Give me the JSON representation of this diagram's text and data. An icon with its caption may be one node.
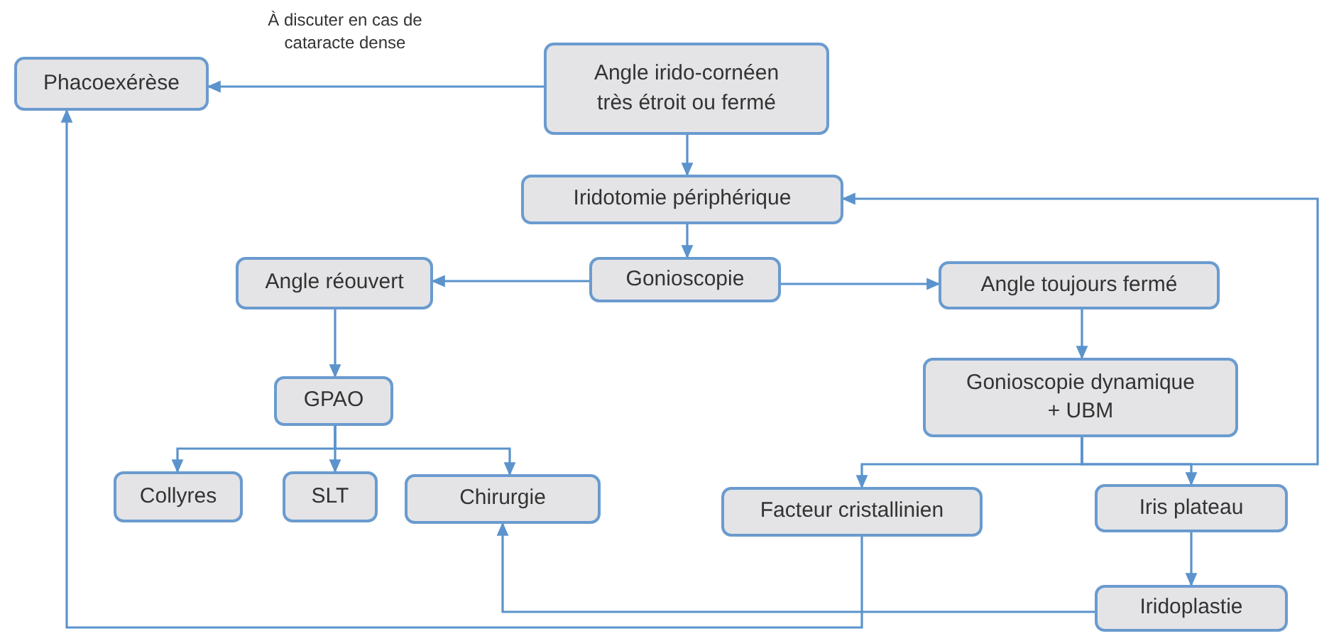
{
  "diagram": {
    "nodes": [
      {
        "text": [
          "Phacoexérèse"
        ]
      },
      {
        "text": [
          "Angle irido-cornéen très étroit ou fermé"
        ]
      },
      {
        "text": [
          "Iridotomie périphérique"
        ]
      },
      {
        "text": [
          "Angle réouvert"
        ]
      },
      {
        "text": [
          "Gonioscopie"
        ]
      },
      {
        "text": [
          "Angle toujours fermé"
        ]
      },
      {
        "text": [
          "GPAO"
        ]
      },
      {
        "text": [
          "Gonioscopie dynamique + UBM"
        ]
      },
      {
        "text": [
          "Collyres"
        ]
      },
      {
        "text": [
          "SLT"
        ]
      },
      {
        "text": [
          "Chirurgie"
        ]
      },
      {
        "text": [
          "Facteur cristallinien"
        ]
      },
      {
        "text": [
          "Iris plateau"
        ]
      },
      {
        "text": [
          "Iridoplastie"
        ]
      }
    ],
    "edges": [
      {
        "from": 1,
        "to": 0,
        "arrow": "to",
        "label": "À discuter en cas de cataracte dense"
      },
      {
        "from": 1,
        "to": 2,
        "arrow": "to"
      },
      {
        "from": 2,
        "to": 4,
        "arrow": "to"
      },
      {
        "from": 4,
        "to": 3,
        "arrow": "to"
      },
      {
        "from": 4,
        "to": 5,
        "arrow": "to"
      },
      {
        "from": 3,
        "to": 6,
        "arrow": "to"
      },
      {
        "from": 5,
        "to": 7,
        "arrow": "to"
      },
      {
        "from": 6,
        "to": 8,
        "arrow": "to"
      },
      {
        "from": 6,
        "to": 9,
        "arrow": "to"
      },
      {
        "from": 6,
        "to": 10,
        "arrow": "to"
      },
      {
        "from": 7,
        "to": 11,
        "arrow": "to"
      },
      {
        "from": 7,
        "to": 12,
        "arrow": "to"
      },
      {
        "from": 7,
        "to": 2,
        "arrow": "to"
      },
      {
        "from": 12,
        "to": 13,
        "arrow": "to"
      },
      {
        "from": 13,
        "to": 10,
        "arrow": "to"
      },
      {
        "from": 11,
        "to": 0,
        "arrow": "to"
      }
    ]
  }
}
